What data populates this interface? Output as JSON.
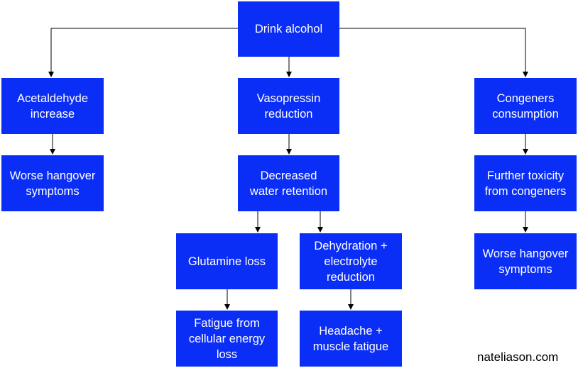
{
  "nodes": {
    "drink_alcohol": "Drink alcohol",
    "acetaldehyde_increase": "Acetaldehyde\nincrease",
    "worse_hangover_left": "Worse hangover\nsymptoms",
    "vasopressin_reduction": "Vasopressin\nreduction",
    "decreased_water_retention": "Decreased\nwater retention",
    "glutamine_loss": "Glutamine loss",
    "fatigue_cellular": "Fatigue from\ncellular energy\nloss",
    "dehydration": "Dehydration +\nelectrolyte\nreduction",
    "headache": "Headache +\nmuscle fatigue",
    "congeners_consumption": "Congeners\nconsumption",
    "further_toxicity": "Further toxicity\nfrom congeners",
    "worse_hangover_right": "Worse hangover\nsymptoms"
  },
  "watermark": "nateliason.com",
  "colors": {
    "node_fill": "#0a2ef5",
    "node_text": "#ffffff",
    "connector": "#000000"
  }
}
